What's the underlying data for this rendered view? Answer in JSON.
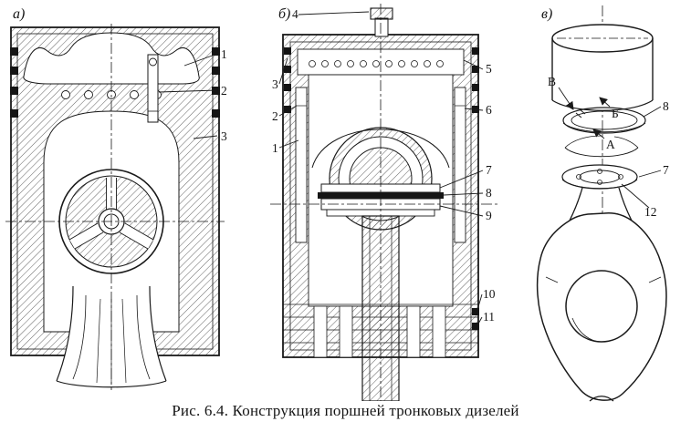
{
  "caption": "Рис. 6.4. Конструкция поршней тронковых дизелей",
  "panels": {
    "a": {
      "label": "а)",
      "callouts": {
        "c1": "1",
        "c2": "2",
        "c3": "3"
      }
    },
    "b": {
      "label": "б)",
      "callouts": {
        "c1": "1",
        "c2": "2",
        "c3": "3",
        "c4": "4",
        "c5": "5",
        "c6": "6",
        "c7": "7",
        "c8": "8",
        "c9": "9",
        "c10": "10",
        "c11": "11"
      }
    },
    "v": {
      "label": "в)",
      "callouts": {
        "cV": "В",
        "cB": "Б",
        "cA": "А",
        "c7": "7",
        "c8": "8",
        "c12": "12"
      }
    }
  }
}
